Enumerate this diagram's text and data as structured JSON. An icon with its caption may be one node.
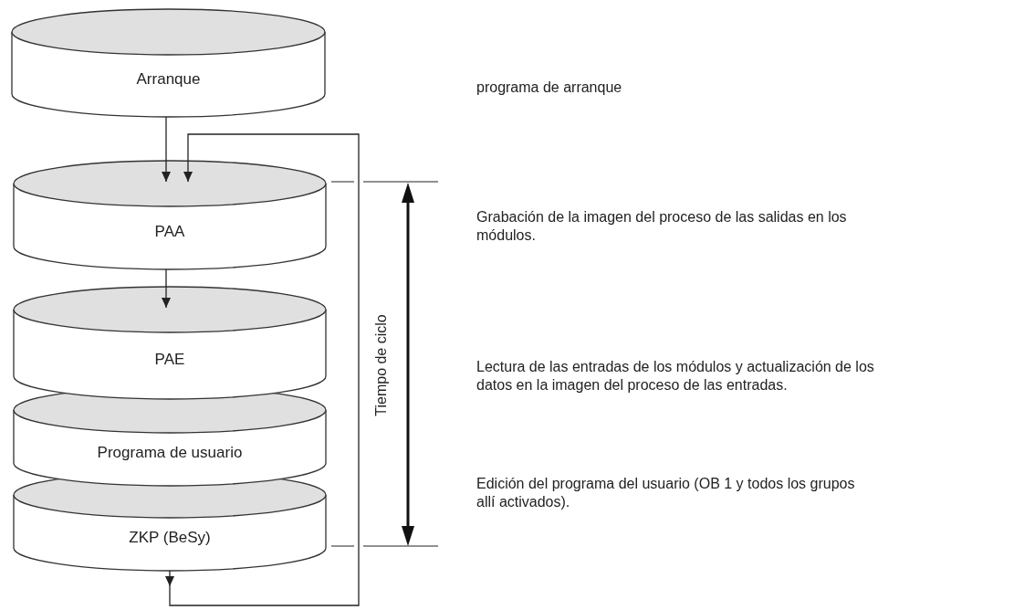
{
  "diagram": {
    "nodes": [
      {
        "text": [
          "Arranque"
        ]
      },
      {
        "text": [
          "PAA"
        ]
      },
      {
        "text": [
          "PAE"
        ]
      },
      {
        "text": [
          "Programa de usuario"
        ]
      },
      {
        "text": [
          "ZKP (BeSy)"
        ]
      }
    ],
    "edges": [
      {
        "from": 0,
        "to": 1,
        "arrow": "to"
      },
      {
        "from": 1,
        "to": 2,
        "arrow": "to"
      },
      {
        "from": 4,
        "to": 1,
        "arrow": "to"
      }
    ],
    "labels": [
      "programa de arranque",
      "Grabación de la imagen del proceso de las salidas en los módulos.",
      "Tiempo de ciclo",
      "Lectura de las entradas de los módulos y actualización de los datos en la imagen del proceso de las entradas.",
      "Edición del programa del usuario (OB 1 y todos los grupos allí activados)."
    ]
  }
}
